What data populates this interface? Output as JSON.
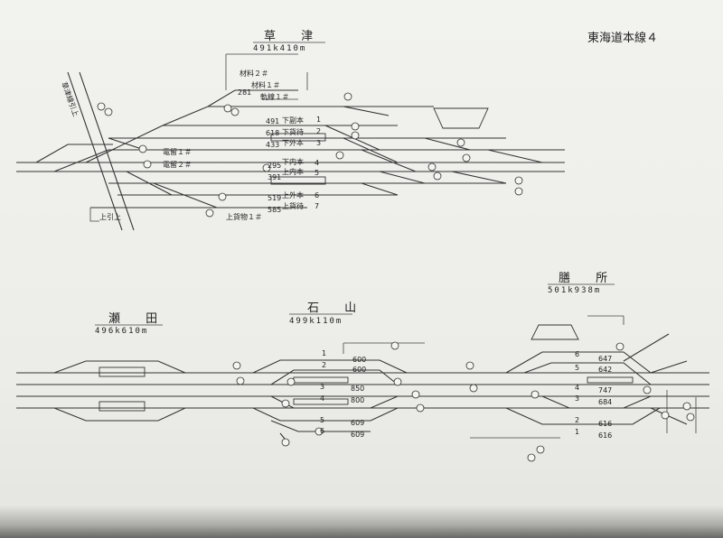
{
  "sheet_title": "東海道本線４",
  "stations": {
    "kusatsu": {
      "name": "草 津",
      "km": "491k410m"
    },
    "seta": {
      "name": "瀬 田",
      "km": "496k610m"
    },
    "ishiyama": {
      "name": "石 山",
      "km": "499k110m"
    },
    "zeze": {
      "name": "膳 所",
      "km": "501k938m"
    }
  },
  "kusatsu_labels": {
    "zairyo2": "材料２＃",
    "zairyo1": "材料１＃",
    "kidosen1": "軌線１＃",
    "num281": "281",
    "line_kusatsu": "草津線引上",
    "denryu1": "電留１＃",
    "denryu2": "電留２＃",
    "kamihikiage": "上引上",
    "kamikamotsu1": "上貨物１＃"
  },
  "kusatsu_tracks": [
    {
      "lead": "491",
      "name": "下副本",
      "num": "1"
    },
    {
      "lead": "618",
      "name": "下貨待",
      "num": "2"
    },
    {
      "lead": "433",
      "name": "下外本",
      "num": "3"
    },
    {
      "lead": "295",
      "name": "下内本",
      "num": "4"
    },
    {
      "lead": "391",
      "name": "上内本",
      "num": "5"
    },
    {
      "lead": "519",
      "name": "上外本",
      "num": "6"
    },
    {
      "lead": "585",
      "name": "上貨待",
      "num": "7"
    }
  ],
  "ishiyama_tracks": [
    {
      "num": "1",
      "len": "600"
    },
    {
      "num": "2",
      "len": "600"
    },
    {
      "num": "3",
      "len": "850"
    },
    {
      "num": "4",
      "len": "800"
    },
    {
      "num": "5",
      "len": "609"
    },
    {
      "num": "6",
      "len": "609"
    }
  ],
  "zeze_tracks": [
    {
      "num": "6",
      "len": "647"
    },
    {
      "num": "5",
      "len": "642"
    },
    {
      "num": "4",
      "len": "747"
    },
    {
      "num": "3",
      "len": "684"
    },
    {
      "num": "2",
      "len": "616"
    },
    {
      "num": "1",
      "len": "616"
    }
  ]
}
